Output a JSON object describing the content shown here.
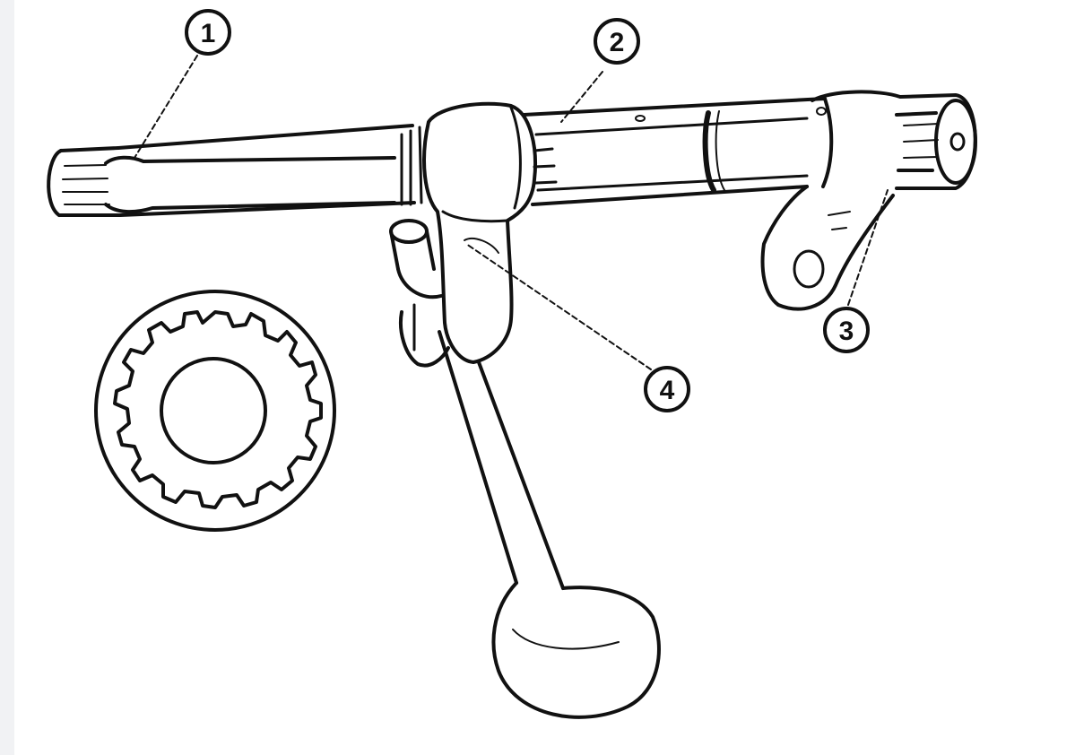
{
  "callouts": {
    "c1": "1",
    "c2": "2",
    "c3": "3",
    "c4": "4"
  },
  "colors": {
    "ink": "#111111",
    "paper": "#ffffff",
    "strip": "#f1f2f4"
  }
}
